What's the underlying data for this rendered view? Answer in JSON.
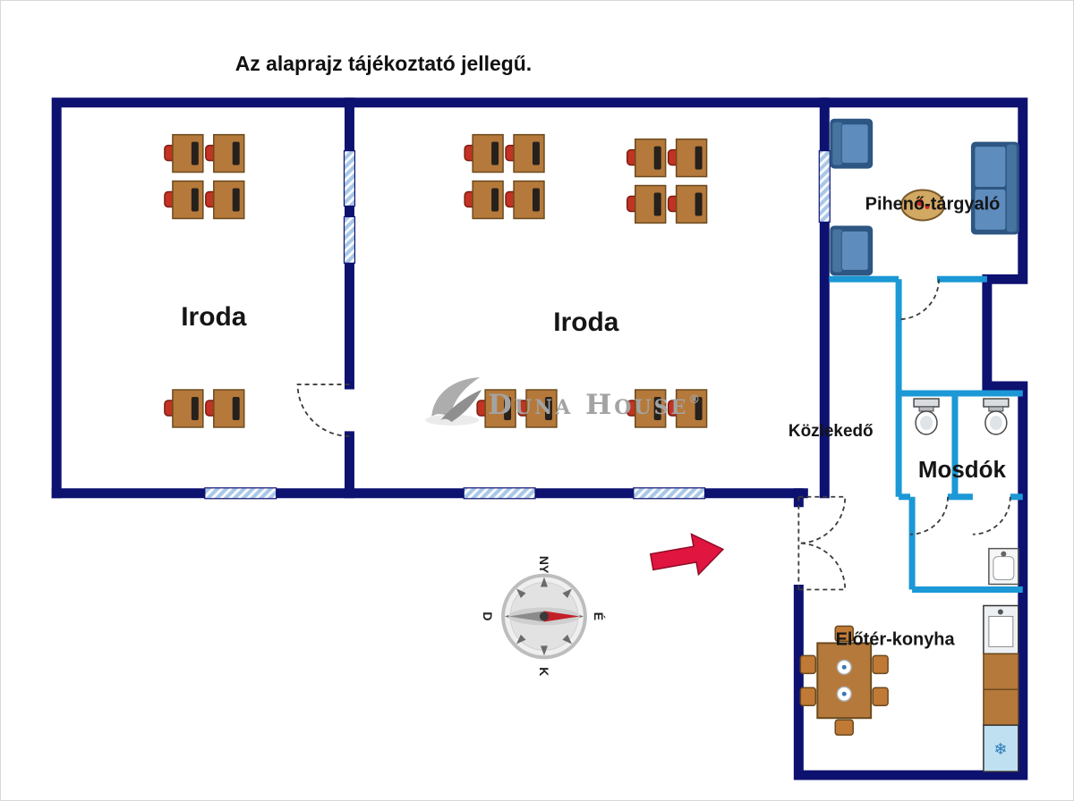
{
  "page": {
    "title": "Az alaprajz tájékoztató jellegű."
  },
  "watermark": {
    "brand": "Duna House",
    "registered": "®"
  },
  "rooms": {
    "office_left": "Iroda",
    "office_main": "Iroda",
    "lounge": "Pihenő-tárgyaló",
    "corridor": "Közlekedő",
    "washrooms": "Mosdók",
    "foyer_kitchen": "Előtér-konyha"
  },
  "compass": {
    "north": "É",
    "south": "D",
    "east": "K",
    "west": "NY"
  },
  "icons": {
    "snowflake": "❄",
    "entry_arrow": "right-arrow",
    "compass": "compass-rose"
  },
  "colors": {
    "wall": "#0d1170",
    "partition": "#1b98d5",
    "window": "#a9c7e7",
    "desk": "#b5793b",
    "office_chair": "#c23323",
    "lounge_seating": "#5d8cbd",
    "entry_arrow": "#e01540",
    "watermark": "#a3a3a3"
  },
  "furniture_counts": {
    "office_desks": 18,
    "lounge_armchairs": 2,
    "lounge_sofas": 1,
    "toilets": 2,
    "kitchen_chairs": 6
  }
}
